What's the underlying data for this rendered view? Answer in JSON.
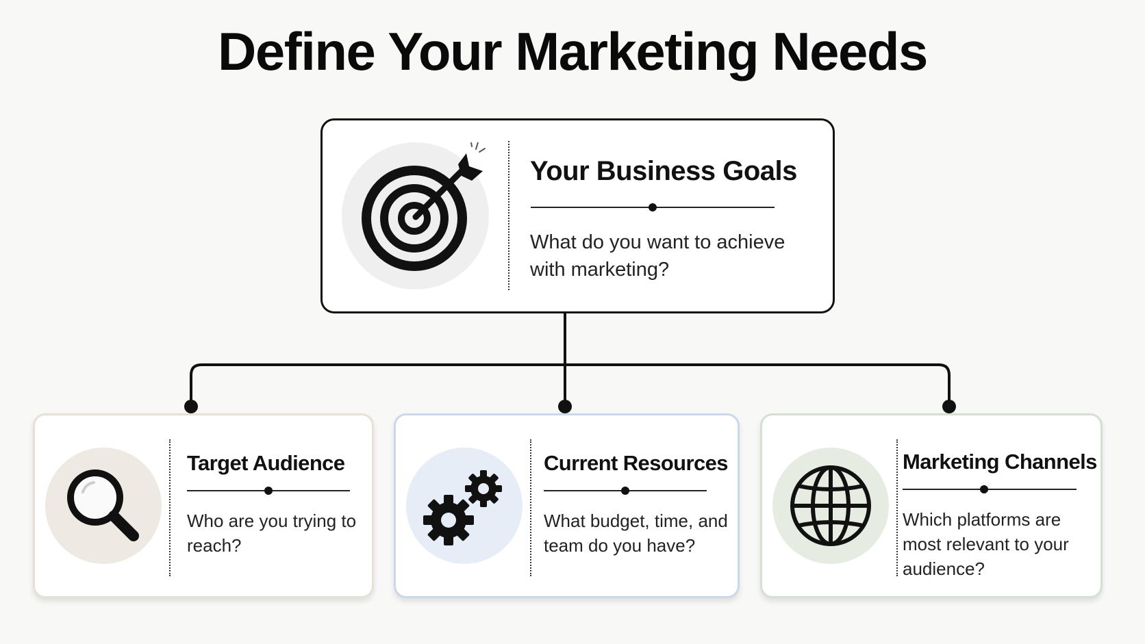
{
  "page": {
    "title": "Define Your Marketing Needs"
  },
  "main_card": {
    "title": "Your Business Goals",
    "description": "What do you want to achieve with marketing?",
    "icon": "target-with-arrow-icon"
  },
  "sub_cards": [
    {
      "title": "Target Audience",
      "description": "Who are you trying to reach?",
      "icon": "magnifying-glass-icon",
      "accent_color": "#eee9e3"
    },
    {
      "title": "Current Resources",
      "description": "What budget, time, and team do you have?",
      "icon": "gears-icon",
      "accent_color": "#e6edf6"
    },
    {
      "title": "Marketing Channels",
      "description": "Which platforms are most relevant to your audience?",
      "icon": "globe-icon",
      "accent_color": "#e6ece2"
    }
  ]
}
